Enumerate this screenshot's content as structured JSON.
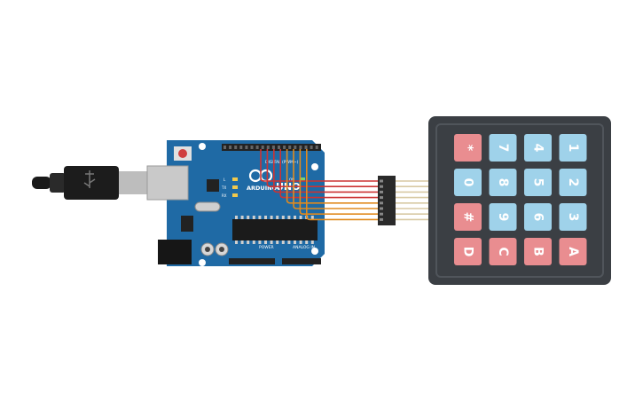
{
  "board": {
    "brand": "ARDUINO",
    "model": "UNO",
    "digital_label": "DIGITAL (PWM~)",
    "power_label": "POWER",
    "analog_label": "ANALOG IN",
    "tx_label": "TX",
    "rx_label": "RX",
    "l_label": "L",
    "on_label": "ON"
  },
  "keypad": {
    "rows": [
      [
        "*",
        "7",
        "4",
        "1"
      ],
      [
        "0",
        "8",
        "5",
        "2"
      ],
      [
        "#",
        "9",
        "6",
        "3"
      ],
      [
        "D",
        "C",
        "B",
        "A"
      ]
    ],
    "colors": {
      "key_blue": "#9fd2ea",
      "key_red": "#e98d90",
      "body": "#3b3f44",
      "key_text": "#ffffff"
    }
  },
  "wires": {
    "colors": [
      "#cc3333",
      "#cc3333",
      "#cc3333",
      "#cc3333",
      "#e08a1e",
      "#e08a1e",
      "#e08a1e",
      "#e08a1e"
    ]
  },
  "colors": {
    "board_blue": "#1f6aa5",
    "usb_gray": "#c9c9c9",
    "header_black": "#222222"
  }
}
